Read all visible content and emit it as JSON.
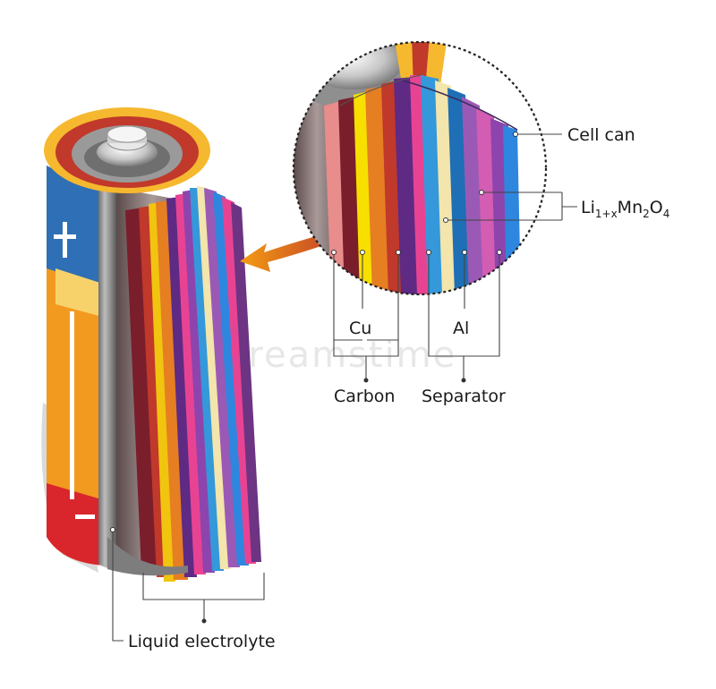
{
  "labels": {
    "cell_can": "Cell can",
    "lmo_prefix": "Li",
    "lmo_sub1": "1+x",
    "lmo_mid": "Mn",
    "lmo_sub2": "2",
    "lmo_o": "O",
    "lmo_sub3": "4",
    "cu": "Cu",
    "al": "Al",
    "carbon": "Carbon",
    "separator": "Separator",
    "liquid_electrolyte": "Liquid electrolyte"
  },
  "layer_colors": [
    "#7a1e2c",
    "#c0392b",
    "#f1c40f",
    "#e67e22",
    "#8e44ad",
    "#e84393",
    "#3498db",
    "#f3e5ab",
    "#9b59b6",
    "#2e86de"
  ],
  "battery_colors": {
    "label_blue": "#2f6fb5",
    "label_orange": "#f29a1f",
    "label_red": "#d9262c",
    "shell_gray": "#8a8a8a",
    "top_gold": "#f5b82e",
    "arrow": "#e8521c"
  }
}
